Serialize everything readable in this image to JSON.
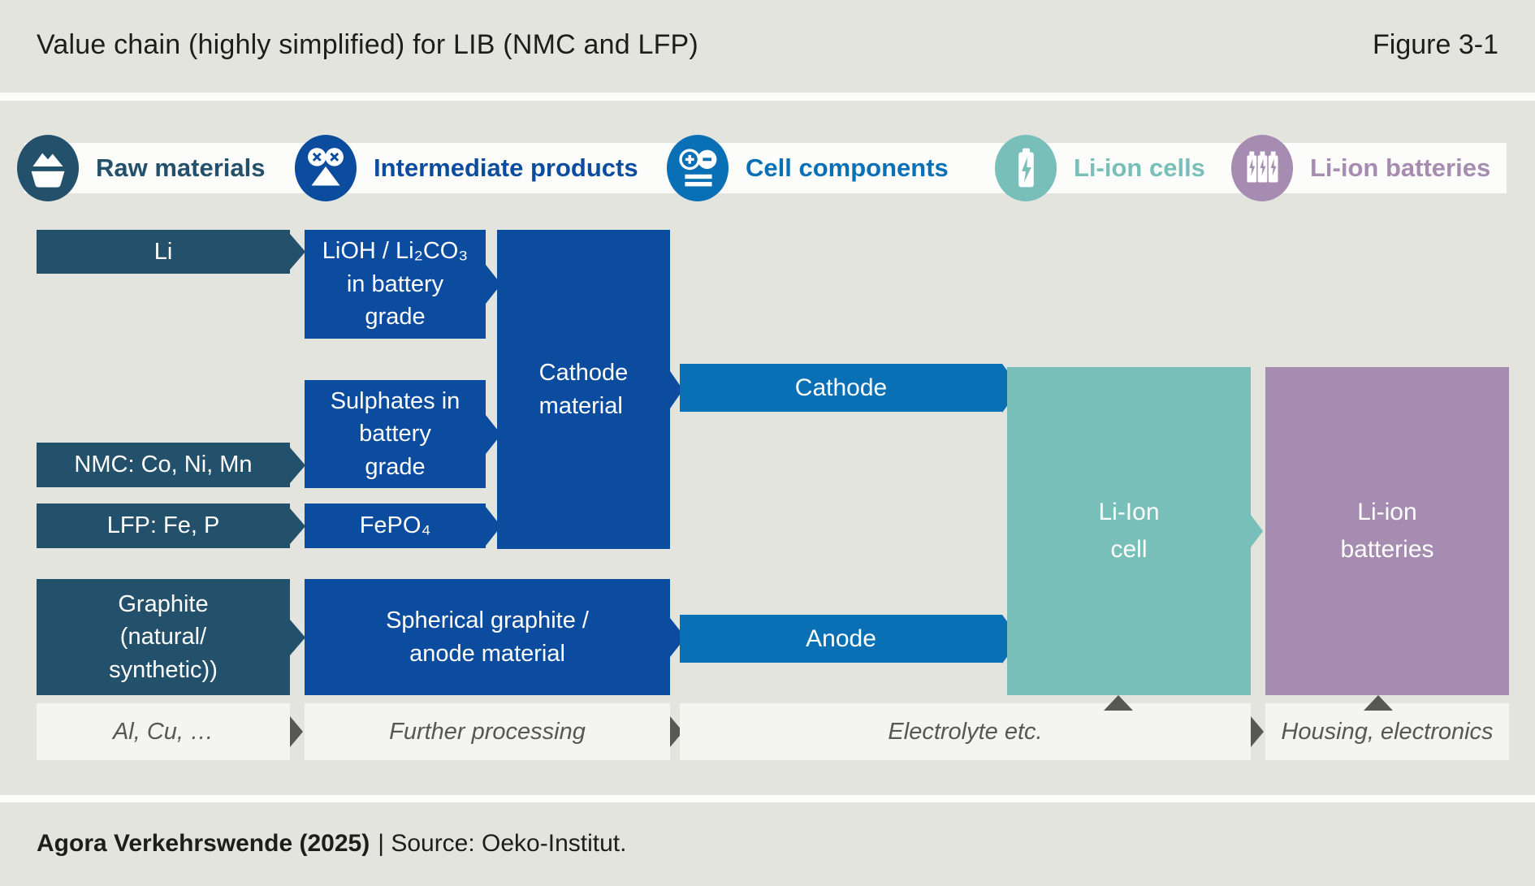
{
  "header": {
    "title": "Value chain (highly simplified) for LIB (NMC and LFP)",
    "figure_label": "Figure 3-1"
  },
  "legend": {
    "items": [
      {
        "label": "Raw materials",
        "icon": "ore-basket-icon",
        "color": "#23506a"
      },
      {
        "label": "Intermediate products",
        "icon": "processed-ore-icon",
        "color": "#0b4c9e"
      },
      {
        "label": "Cell components",
        "icon": "electrodes-icon",
        "color": "#0a70b5"
      },
      {
        "label": "Li-ion cells",
        "icon": "battery-cell-icon",
        "color": "#79bfb9"
      },
      {
        "label": "Li-ion batteries",
        "icon": "battery-pack-icon",
        "color": "#a68cb0"
      }
    ]
  },
  "diagram": {
    "raw": {
      "li": "Li",
      "nmc": "NMC: Co, Ni, Mn",
      "lfp": "LFP: Fe, P",
      "graphite": "Graphite\n(natural/\nsynthetic))"
    },
    "intermediate": {
      "lioh": "LiOH / Li₂CO₃\nin battery\ngrade",
      "sulphates": "Sulphates in\nbattery\ngrade",
      "fepo4": "FePO₄",
      "cathode_material": "Cathode\nmaterial",
      "spherical_graphite": "Spherical graphite /\nanode material"
    },
    "components": {
      "cathode": "Cathode",
      "anode": "Anode"
    },
    "cells": {
      "li_ion_cell": "Li-Ion\ncell"
    },
    "batteries": {
      "li_ion_batteries": "Li-ion\nbatteries"
    },
    "auxiliary": {
      "al_cu": "Al, Cu, …",
      "further_processing": "Further processing",
      "electrolyte": "Electrolyte etc.",
      "housing": "Housing, electronics"
    }
  },
  "footer": {
    "attribution": "Agora Verkehrswende (2025)",
    "source": "| Source: Oeko-Institut."
  },
  "colors": {
    "navy": "#23506a",
    "blue": "#0b4c9e",
    "light_blue": "#0a70b5",
    "teal": "#79bfb9",
    "purple": "#a68cb0",
    "background": "#e4e4df",
    "panel_light": "#f4f4f1",
    "muted_text": "#575756",
    "title_text": "#1d1d1b"
  }
}
